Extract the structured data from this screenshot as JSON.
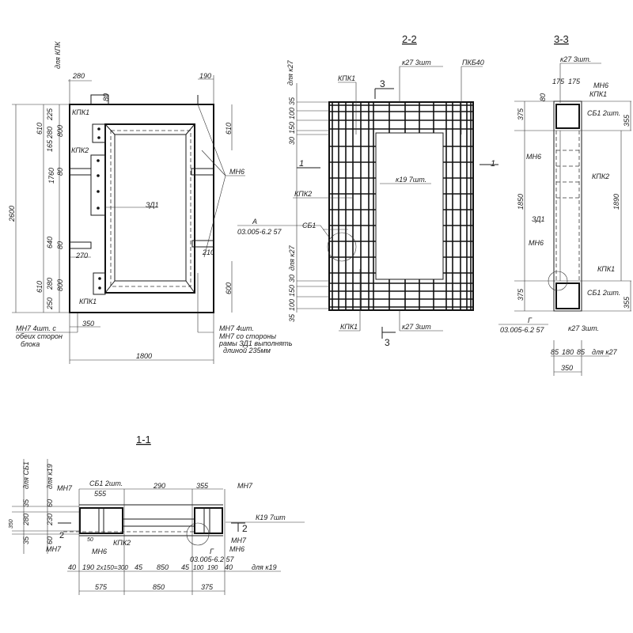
{
  "elevation": {
    "dims": {
      "d280": "280",
      "d190": "190",
      "d80": "80",
      "d2600": "2600",
      "d225": "225",
      "d280b": "280",
      "d165": "165",
      "d610": "610",
      "d800": "800",
      "d1760": "1760",
      "d80b": "80",
      "d640": "640",
      "d80c": "80",
      "d280c": "280",
      "d250": "250",
      "d800b": "800",
      "d610b": "610",
      "d270": "270",
      "d610c": "610",
      "d210": "210",
      "d600": "600",
      "d350": "350",
      "d1800": "1800"
    },
    "labels": {
      "kpk_note": "для КПК",
      "kpk1_top": "КПК1",
      "kpk2": "КПК2",
      "kpk1_bottom": "КПК1",
      "zd1": "ЗД1",
      "mn6": "МН6"
    },
    "note_left": [
      "МН7  4шт. с",
      "обеих сторон",
      "блока"
    ],
    "note_right": [
      "МН7    4шт.",
      "МН7 со стороны",
      "рамы ЗД1  выполнять",
      "длиной  235мм"
    ]
  },
  "section_2_2": {
    "title": "2-2",
    "labels": {
      "k27_top": "к27  3шт",
      "pkb40": "ПКБ40",
      "kpk1_top": "КПК1",
      "k19": "к19  7шт.",
      "kpk2": "КПК2",
      "sb1": "СБ1",
      "detail_a": "А",
      "detail_ref": "03.005-6.2  57",
      "kpk1_bottom": "КПК1",
      "k27_bottom": "к27  3шт",
      "cut3": "3",
      "cut3b": "3",
      "cut1": "1",
      "cut1b": "1",
      "for_k27": "для к27",
      "for_k27b": "для к27"
    },
    "dims_top": [
      "35",
      "100",
      "150",
      "30"
    ],
    "dims_bottom": [
      "30",
      "150",
      "100",
      "35"
    ]
  },
  "section_3_3": {
    "title": "3-3",
    "labels": {
      "k27_top": "к27  3шт.",
      "mn6_top": "МН6",
      "kpk1_top": "КПК1",
      "sb1_top": "СБ1 2шт.",
      "mn6_mid": "МН6",
      "kpk2": "КПК2",
      "zd1": "ЗД1",
      "mn6_low": "МН6",
      "kpk1_low": "КПК1",
      "sb1_bottom": "СБ1 2шт.",
      "detail_g": "Г",
      "detail_ref": "03.005-6.2  57",
      "k27_bottom": "к27   3шт.",
      "for_k27": "для к27"
    },
    "dims": {
      "d175a": "175",
      "d175b": "175",
      "d80": "80",
      "d375": "375",
      "d355": "355",
      "d1850": "1850",
      "d1890": "1890",
      "d375b": "375",
      "d355b": "355",
      "d85": "85",
      "d180": "180",
      "d85b": "85",
      "d350": "350"
    }
  },
  "section_1_1": {
    "title": "1-1",
    "labels": {
      "for_sb1": "для СБ1",
      "for_k19": "для к19",
      "mn7_tl": "МН7",
      "sb1": "СБ1  2шт.",
      "mn7_tr": "МН7",
      "k19": "К19  7шт",
      "cut2": "2",
      "cut2b": "2",
      "mn7_bl": "МН7",
      "mn6_l": "МН6",
      "kpk2": "КПК2",
      "mn7_br": "МН7",
      "mn6_r": "МН6",
      "detail_g": "Г",
      "detail_ref": "03.005-6.2  57",
      "for_k19b": "для к19"
    },
    "dims_top": {
      "d555": "555",
      "d290": "290",
      "d355": "355"
    },
    "dims_left": {
      "d35": "35",
      "d280": "280",
      "d35b": "35",
      "d350": "350",
      "d60": "60",
      "d230": "230",
      "d60b": "60",
      "d50": "50"
    },
    "dims_row1": [
      "40",
      "190",
      "2x150=300",
      "45",
      "850",
      "45",
      "100",
      "190",
      "40"
    ],
    "dims_row2": [
      "575",
      "850",
      "375"
    ]
  }
}
